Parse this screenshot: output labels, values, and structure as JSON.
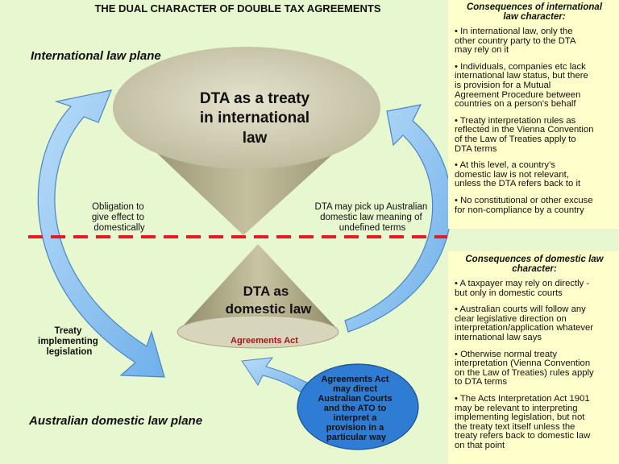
{
  "title": "THE DUAL CHARACTER OF DOUBLE TAX AGREEMENTS",
  "planes": {
    "international": "International law plane",
    "domestic": "Australian domestic law plane"
  },
  "top_cone": {
    "line1": "DTA as a treaty",
    "line2": "in international",
    "line3": "law"
  },
  "bottom_cone": {
    "line1": "DTA as",
    "line2": "domestic law",
    "sublabel": "Agreements Act"
  },
  "labels": {
    "obligation": [
      "Obligation to",
      "give effect to",
      "domestically"
    ],
    "pickup": [
      "DTA may pick up Australian",
      "domestic law meaning of",
      "undefined terms"
    ],
    "treaty_impl": [
      "Treaty",
      "implementing",
      "legislation"
    ],
    "agreements_oval": [
      "Agreements Act",
      "may direct",
      "Australian Courts",
      "and the ATO to",
      "interpret a",
      "provision in a",
      "particular way"
    ]
  },
  "international_panel": {
    "heading": [
      "Consequences of international",
      "law character:"
    ],
    "bullets": [
      [
        "• In international law, only the",
        "other country party to the DTA",
        "may rely on it"
      ],
      [
        "• Individuals, companies etc lack",
        "international law status, but there",
        "is provision for a Mutual",
        "Agreement Procedure between",
        "countries on a person’s behalf"
      ],
      [
        "• Treaty interpretation rules as",
        "reflected in the Vienna Convention",
        "of the Law of Treaties apply to",
        "DTA terms"
      ],
      [
        "• At this level, a country’s",
        "domestic law is not relevant,",
        "unless the DTA refers back to it"
      ],
      [
        "• No constitutional or other excuse",
        "for non-compliance by a country"
      ]
    ]
  },
  "domestic_panel": {
    "heading": [
      "Consequences of domestic law",
      "character:"
    ],
    "bullets": [
      [
        "• A taxpayer may rely on directly -",
        "but only in domestic courts"
      ],
      [
        "• Australian courts will follow any",
        "clear legislative direction on",
        "interpretation/application whatever",
        "international law says"
      ],
      [
        "• Otherwise normal treaty",
        "interpretation (Vienna Convention",
        "on the Law of Treaties) rules apply",
        "to DTA terms"
      ],
      [
        "• The Acts Interpretation Act 1901",
        "may be relevant to interpreting",
        "implementing legislation, but not",
        "the treaty text itself unless the",
        "treaty refers back to domestic law",
        "on that point"
      ]
    ]
  },
  "colors": {
    "background": "#e7f7cf",
    "panel": "#ffffcc",
    "dash": "#e31b23",
    "arrow": "#8ec5ef",
    "arrow_edge": "#4a85c6",
    "cone": "#b1ad86",
    "oval": "#2f7cd4",
    "act_label": "#a01818"
  }
}
